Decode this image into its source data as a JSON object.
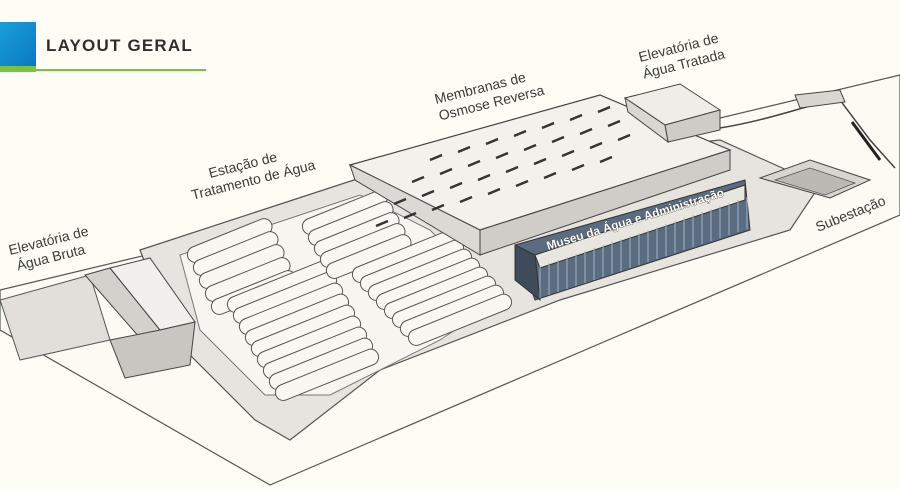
{
  "header": {
    "title": "LAYOUT GERAL"
  },
  "labels": {
    "elevatoria_bruta": [
      "Elevatória de",
      "Água Bruta"
    ],
    "estacao_tratamento": [
      "Estação de",
      "Tratamento de Água"
    ],
    "membranas": [
      "Membranas de",
      "Osmose Reversa"
    ],
    "elevatoria_tratada": [
      "Elevatória de",
      "Água Tratada"
    ],
    "subestacao": [
      "Subestação"
    ],
    "museu": "Museu da Água e Administração"
  },
  "colors": {
    "logo_blue": "#0b78c2",
    "logo_green": "#7cc242",
    "title_text": "#2e2e2e",
    "paving": "#e7e3df"
  }
}
